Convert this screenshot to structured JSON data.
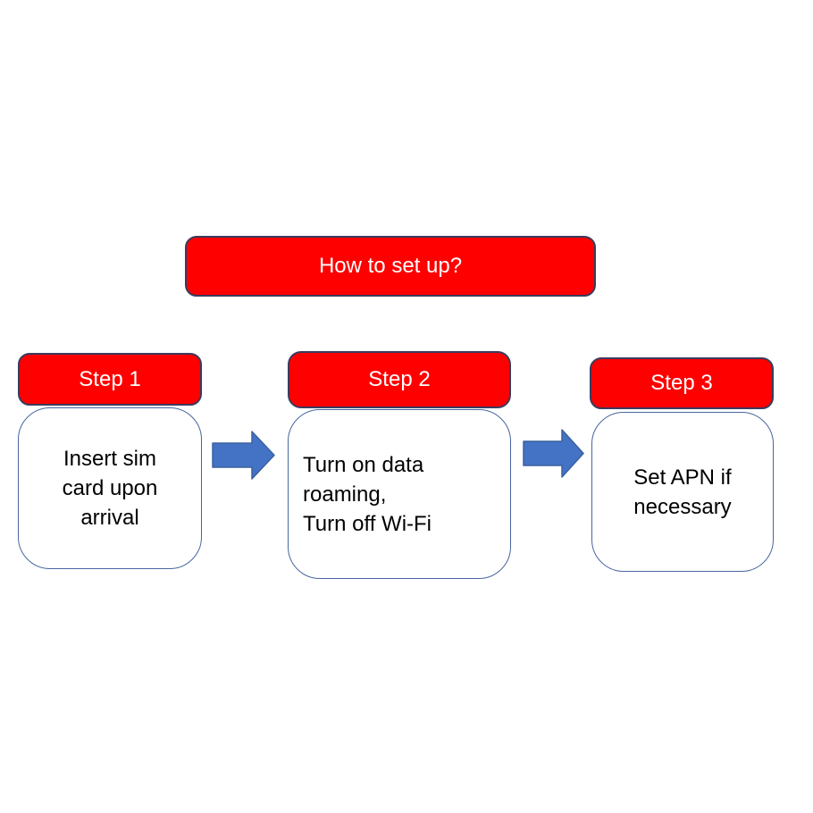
{
  "title_banner": {
    "label": "How to set up?"
  },
  "steps": [
    {
      "header": "Step 1",
      "body": "Insert sim\ncard upon\narrival"
    },
    {
      "header": "Step 2",
      "body": "Turn on data\nroaming,\nTurn off Wi-Fi"
    },
    {
      "header": "Step 3",
      "body": "Set APN if\nnecessary"
    }
  ],
  "arrows": [
    {
      "icon": "arrow-right-icon"
    },
    {
      "icon": "arrow-right-icon"
    }
  ],
  "colors": {
    "canvas_bg": "#ffffff",
    "red": "#fe0000",
    "red_border": "#3b3b5e",
    "box_border": "#47659f",
    "arrow_fill": "#4472c4",
    "arrow_border": "#3a62a0",
    "text": "#000000",
    "white": "#ffffff"
  }
}
